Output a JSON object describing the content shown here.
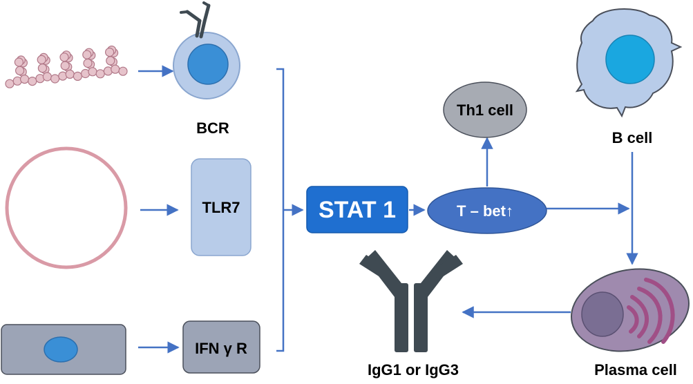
{
  "labels": {
    "bcr": "BCR",
    "tlr7": "TLR7",
    "ifngr": "IFN γ R",
    "stat1": "STAT 1",
    "tbet": "T – bet↑",
    "th1": "Th1 cell",
    "bcell": "B cell",
    "plasma": "Plasma cell",
    "igg": "IgG1 or IgG3"
  },
  "colors": {
    "arrow": "#4472c4",
    "bead": "#e6c3cb",
    "bead_stroke": "#b07787",
    "ring": "#d99aa6",
    "cell_fill": "#b8cce9",
    "nucleus": "#3a8fd6",
    "stat1": "#1f6fd0",
    "tbet": "#4472c4",
    "th1": "#a7abb3",
    "antibody": "#3f4a52",
    "plasma_fill": "#9f8aae",
    "plasma_organelle": "#a04f86"
  }
}
